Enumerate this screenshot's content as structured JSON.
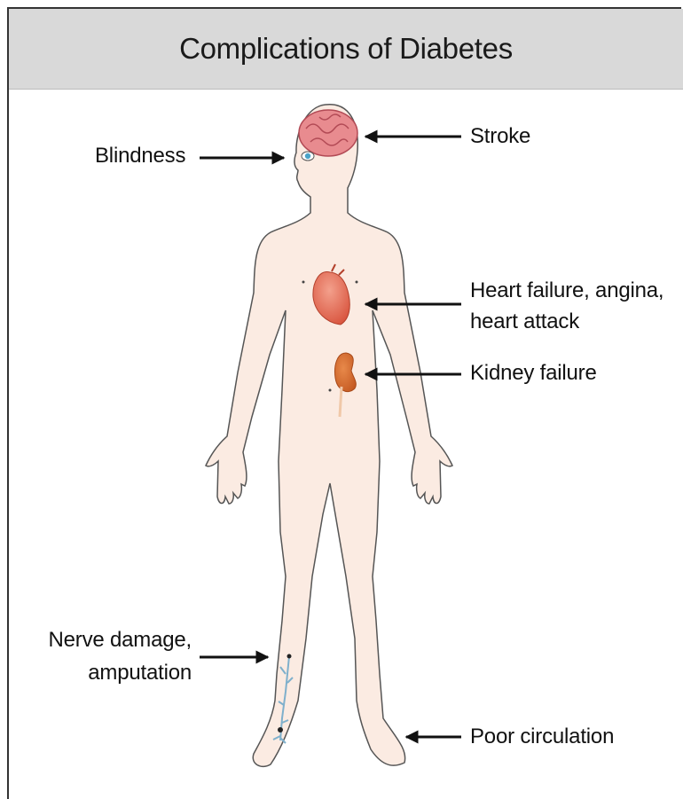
{
  "title": "Complications of Diabetes",
  "labels": {
    "blindness": "Blindness",
    "stroke": "Stroke",
    "heart_line1": "Heart failure, angina,",
    "heart_line2": "heart attack",
    "kidney": "Kidney failure",
    "nerve_line1": "Nerve damage,",
    "nerve_line2": "amputation",
    "circulation": "Poor circulation"
  },
  "colors": {
    "skin": "#fbebe2",
    "outline": "#555555",
    "brain": "#e88b8f",
    "heart": "#e0705c",
    "kidney": "#d86a30",
    "nerve": "#8fb8cf",
    "header_bg": "#d9d9d9"
  }
}
